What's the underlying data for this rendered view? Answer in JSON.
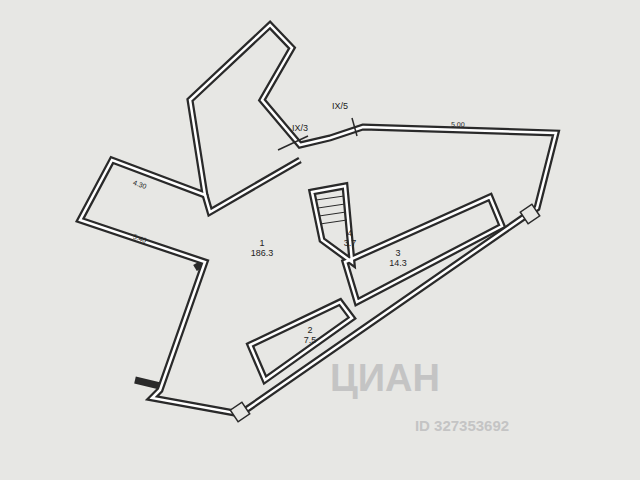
{
  "diagram": {
    "nodes": [
      {
        "text": [
          "1",
          "186.3"
        ]
      },
      {
        "text": [
          "2",
          "7.5"
        ]
      },
      {
        "text": [
          "3",
          "14.3"
        ]
      },
      {
        "text": [
          "4",
          "3.7"
        ]
      }
    ],
    "labels": [
      "IX/5",
      "IX/3",
      "5.00",
      "4.30",
      "5.40",
      "ЦИАН",
      "ID 327353692"
    ]
  }
}
